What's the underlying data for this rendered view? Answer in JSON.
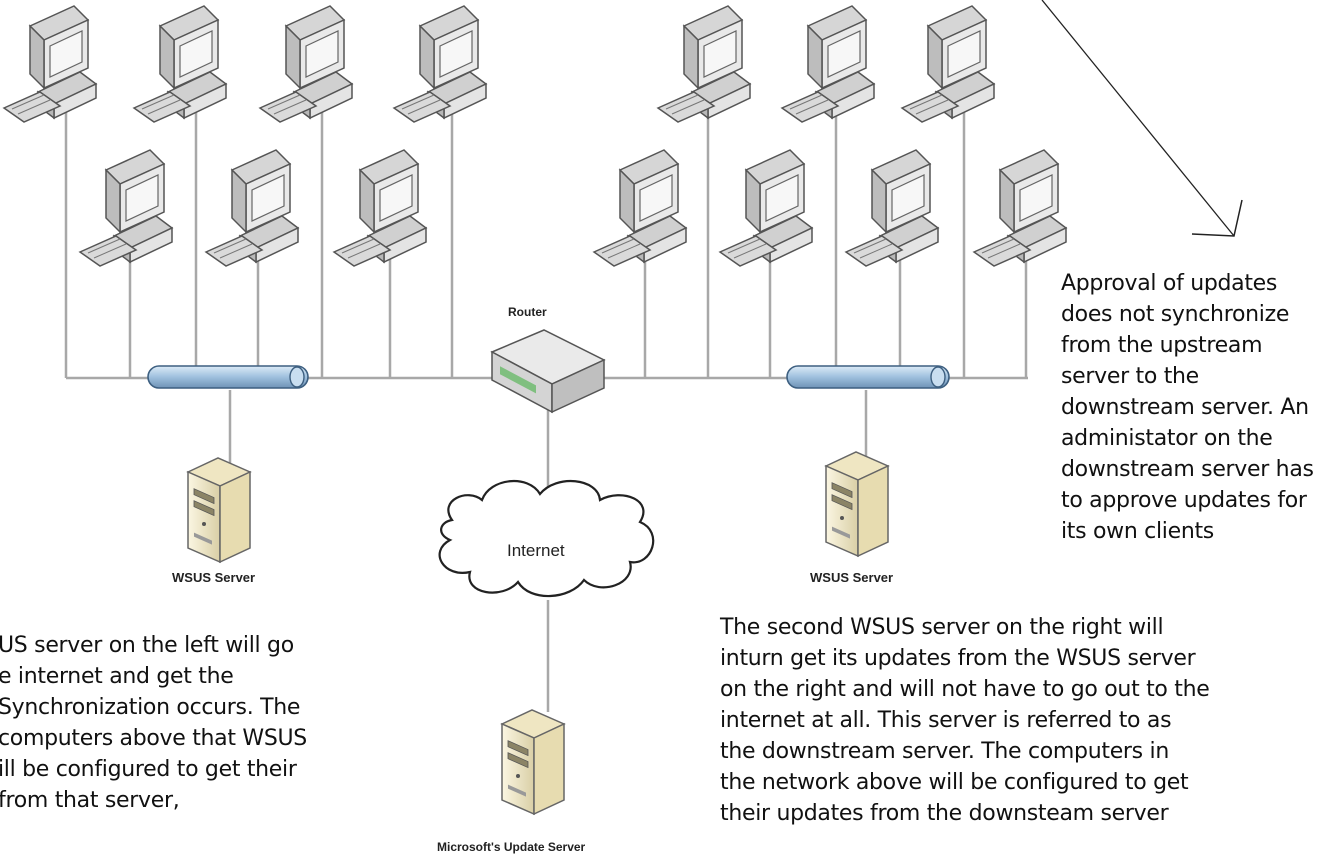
{
  "labels": {
    "router": "Router",
    "internet": "Internet",
    "wsus_left": "WSUS Server",
    "wsus_right": "WSUS Server",
    "microsoft": "Microsoft's Update Server"
  },
  "notes": {
    "approval": [
      "Approval of updates",
      "does not synchronize",
      "from the upstream",
      "server to the",
      "downstream server. An",
      "administator on the",
      "downstream server has",
      "to approve updates for",
      "its own clients"
    ],
    "left": [
      "US server on the left will go",
      "e internet and get the",
      "  Synchronization occurs.  The",
      "computers above that WSUS",
      "ill  be configured to get their",
      "from that server,"
    ],
    "right": [
      "The second WSUS server on the right will",
      "inturn get its updates from the WSUS server",
      "on the right and will not have to go out to the",
      "internet at all.  This server is referred to as",
      "the downstream server.  The computers in",
      "the network above will be configured to get",
      "their updates from the downsteam server"
    ]
  },
  "colors": {
    "line": "#a8a8a8",
    "bus": "#a9c9e3",
    "bus_stroke": "#3d5f80",
    "server_body": "#f0e8c8",
    "server_stroke": "#6a6a6a"
  }
}
